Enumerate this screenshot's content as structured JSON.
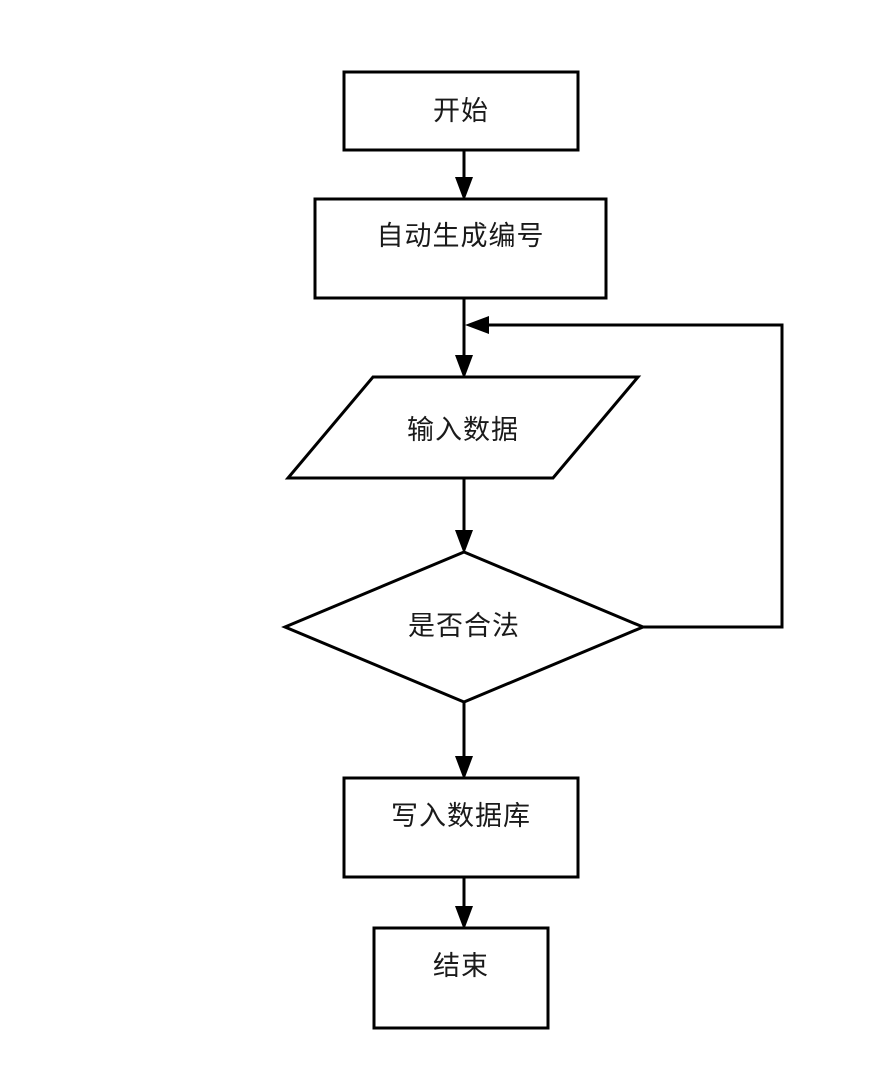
{
  "diagram": {
    "type": "flowchart",
    "orientation": "top-to-bottom",
    "background_color": "#ffffff",
    "line_color": "#000000",
    "text_color": "#1a1a1a",
    "fill_color": "#ffffff",
    "nodes": [
      {
        "id": "start",
        "label": "开始",
        "shape": "rectangle",
        "role": "terminator-start"
      },
      {
        "id": "auto-number",
        "label": "自动生成编号",
        "shape": "rectangle",
        "role": "process"
      },
      {
        "id": "input-data",
        "label": "输入数据",
        "shape": "parallelogram",
        "role": "input-output"
      },
      {
        "id": "is-valid",
        "label": "是否合法",
        "shape": "diamond",
        "role": "decision"
      },
      {
        "id": "write-db",
        "label": "写入数据库",
        "shape": "rectangle",
        "role": "process"
      },
      {
        "id": "end",
        "label": "结束",
        "shape": "rectangle",
        "role": "terminator-end"
      }
    ],
    "edges": [
      {
        "id": "e1",
        "from": "start",
        "to": "auto-number",
        "label": ""
      },
      {
        "id": "e2",
        "from": "auto-number",
        "to": "input-data",
        "label": ""
      },
      {
        "id": "e3",
        "from": "input-data",
        "to": "is-valid",
        "label": ""
      },
      {
        "id": "e4",
        "from": "is-valid",
        "to": "write-db",
        "label": ""
      },
      {
        "id": "e5",
        "from": "is-valid",
        "to": "input-data",
        "label": "",
        "style": "feedback-loop-right"
      },
      {
        "id": "e6",
        "from": "write-db",
        "to": "end",
        "label": ""
      }
    ]
  }
}
